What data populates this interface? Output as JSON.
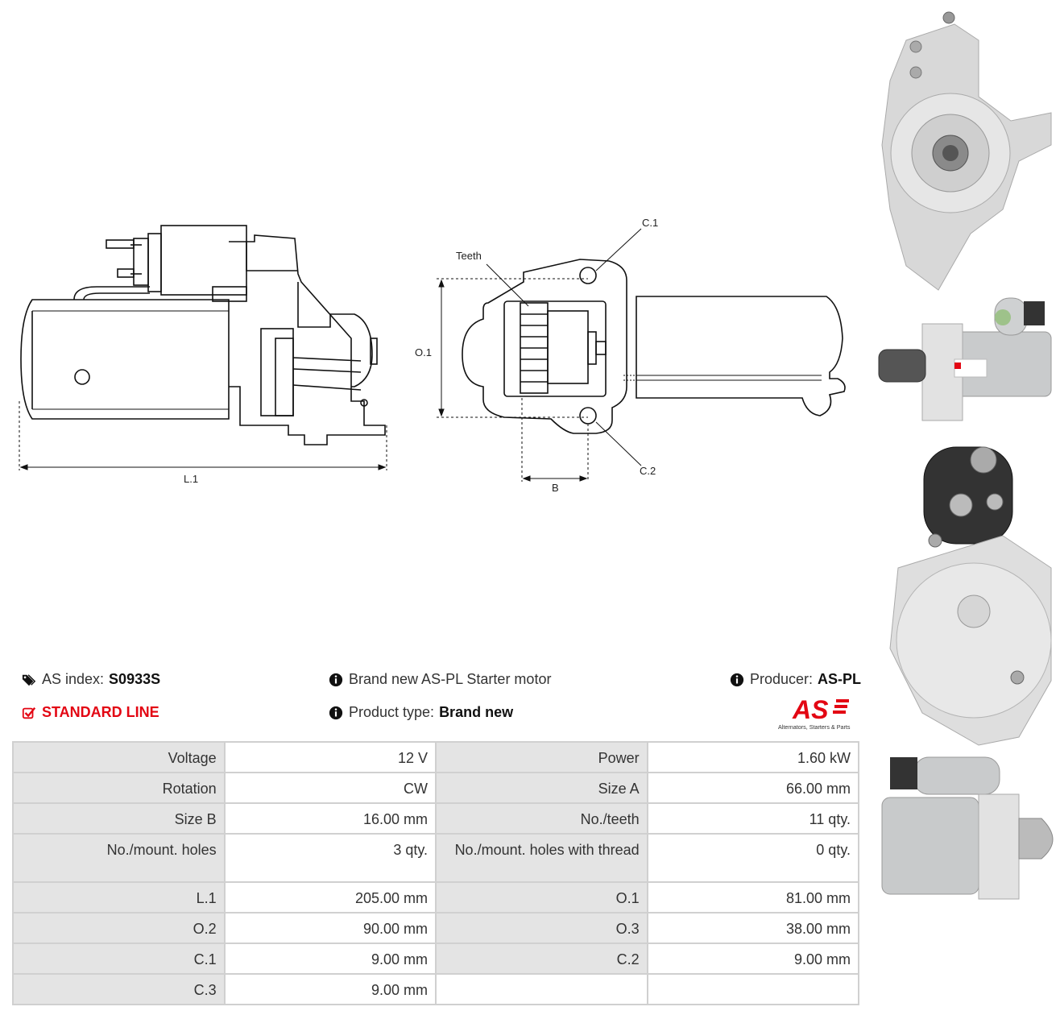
{
  "drawing": {
    "labels": {
      "l1": "L.1",
      "o1": "O.1",
      "b": "B",
      "c1": "C.1",
      "c2": "C.2",
      "teeth": "Teeth"
    }
  },
  "info": {
    "index_label": "AS index:",
    "index_value": "S0933S",
    "line": "STANDARD LINE",
    "description": "Brand new AS-PL Starter motor",
    "type_label": "Product type:",
    "type_value": "Brand new",
    "producer_label": "Producer:",
    "producer_value": "AS-PL"
  },
  "logo": {
    "mark": "AS",
    "tagline": "Alternators, Starters & Parts",
    "color": "#e30613"
  },
  "specs": [
    {
      "k1": "Voltage",
      "v1": "12 V",
      "k2": "Power",
      "v2": "1.60 kW"
    },
    {
      "k1": "Rotation",
      "v1": "CW",
      "k2": "Size A",
      "v2": "66.00 mm"
    },
    {
      "k1": "Size B",
      "v1": "16.00 mm",
      "k2": "No./teeth",
      "v2": "11 qty."
    },
    {
      "k1": "No./mount. holes",
      "v1": "3 qty.",
      "k2": "No./mount. holes with thread",
      "v2": "0 qty."
    },
    {
      "k1": "L.1",
      "v1": "205.00 mm",
      "k2": "O.1",
      "v2": "81.00 mm"
    },
    {
      "k1": "O.2",
      "v1": "90.00 mm",
      "k2": "O.3",
      "v2": "38.00 mm"
    },
    {
      "k1": "C.1",
      "v1": "9.00 mm",
      "k2": "C.2",
      "v2": "9.00 mm"
    },
    {
      "k1": "C.3",
      "v1": "9.00 mm",
      "k2": "",
      "v2": ""
    }
  ]
}
